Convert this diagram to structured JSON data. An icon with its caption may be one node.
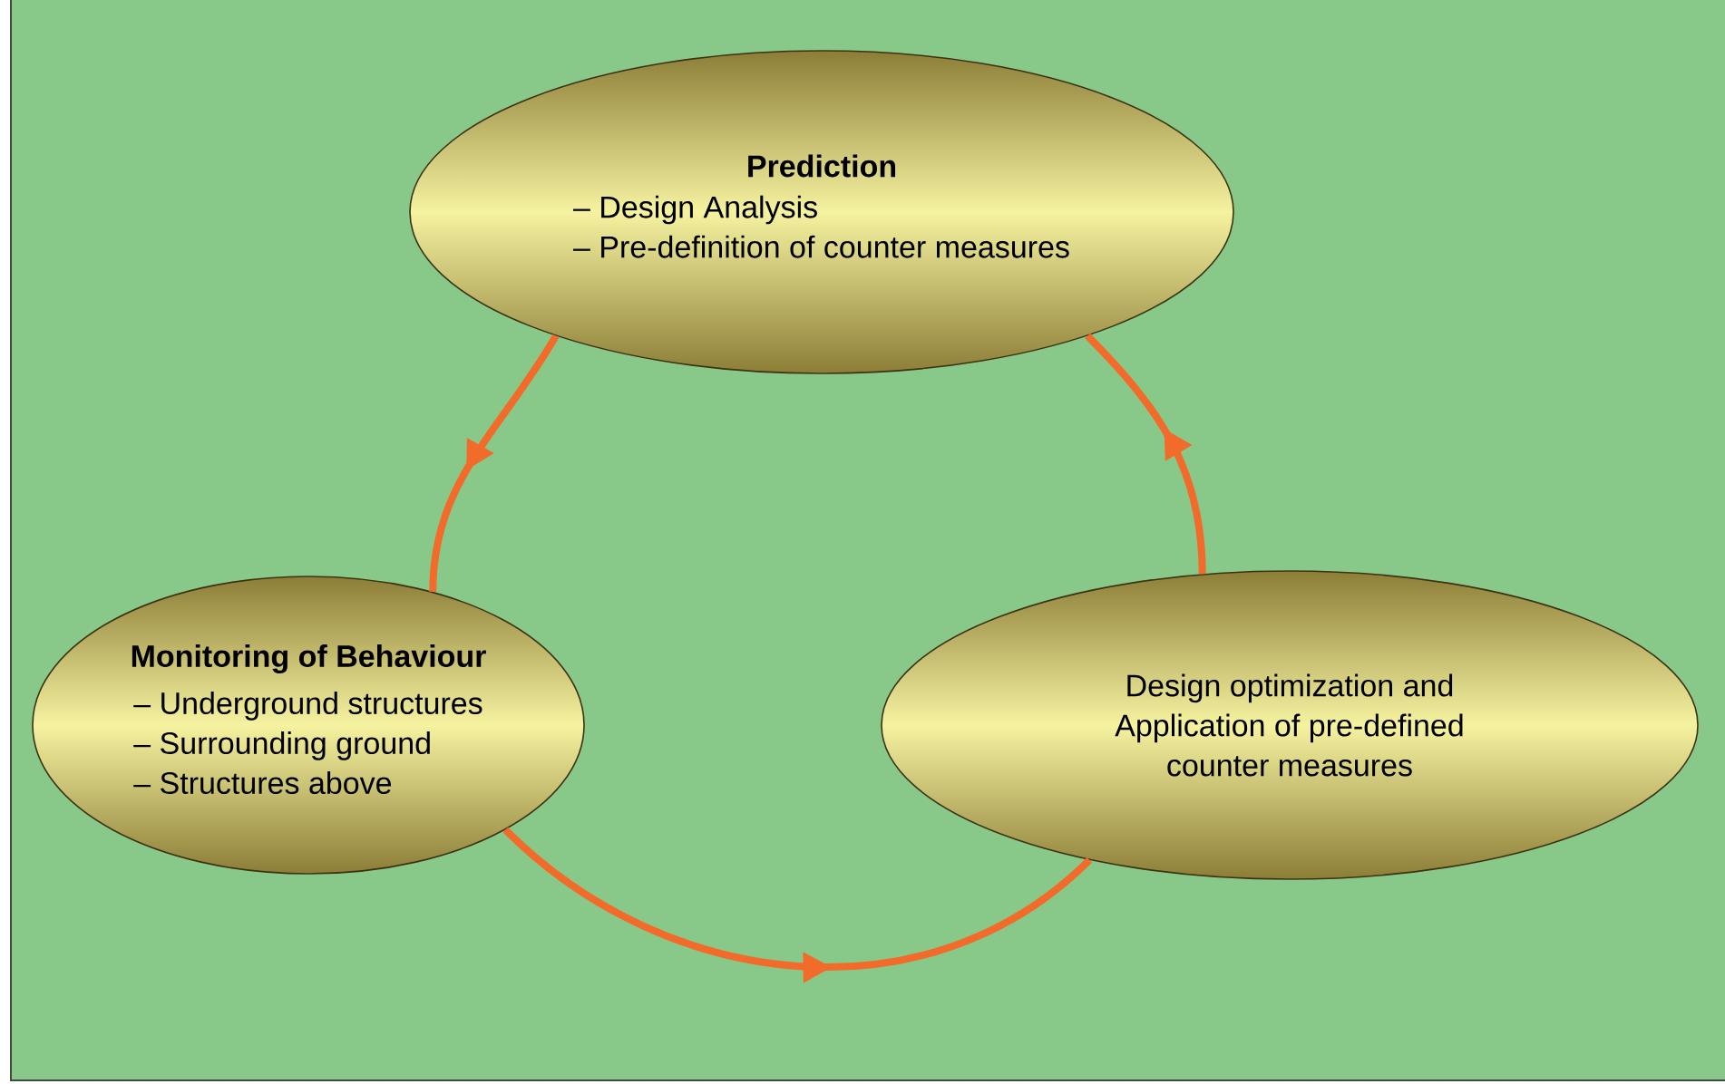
{
  "diagram": {
    "nodes": [
      {
        "text": [
          "Prediction",
          "– Design Analysis",
          "– Pre-definition of counter measures"
        ]
      },
      {
        "text": [
          "Monitoring of Behaviour",
          "– Underground structures",
          "– Surrounding ground",
          "– Structures above"
        ]
      },
      {
        "text": [
          "Design optimization and Application of pre-defined counter measures"
        ]
      }
    ],
    "edges": [
      {
        "from": 0,
        "to": 1,
        "arrow": "to"
      },
      {
        "from": 1,
        "to": 2,
        "arrow": "to"
      },
      {
        "from": 2,
        "to": 0,
        "arrow": "to"
      }
    ]
  }
}
